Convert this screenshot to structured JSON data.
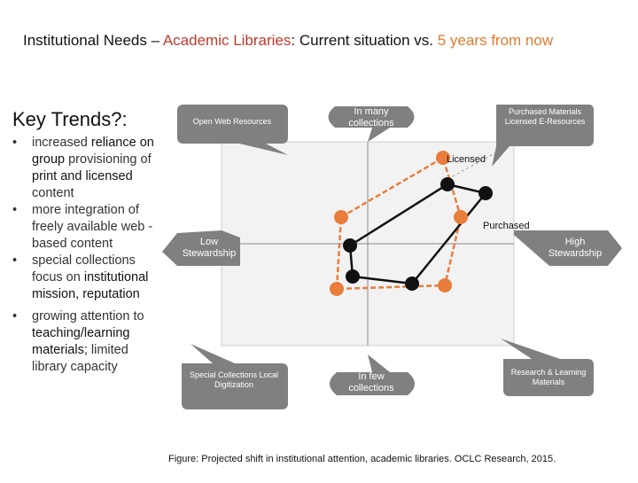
{
  "title": {
    "part1": "Institutional Needs – ",
    "part2": "Academic Libraries",
    "part3": ":  Current situation vs. ",
    "part4": "5 years from now"
  },
  "trends": {
    "heading": "Key Trends?:",
    "items": [
      {
        "plain1": "increased ",
        "bold1": "reliance on group",
        "plain2": " provisioning of ",
        "bold2": "print and licensed",
        "plain3": " content"
      },
      {
        "plain1": "more integration of freely available web -based content",
        "bold1": "",
        "plain2": "",
        "bold2": "",
        "plain3": ""
      },
      {
        "plain1": "special collections focus on ",
        "bold1": "institutional mission, reputation",
        "plain2": "",
        "bold2": "",
        "plain3": ""
      },
      {
        "plain1": "growing attention to ",
        "bold1": "teaching/learning materials;",
        "plain2": " limited library capacity",
        "bold2": "",
        "plain3": ""
      }
    ]
  },
  "diagram": {
    "callouts": {
      "open_web": "Open Web Resources",
      "in_many": "In many collections",
      "purchased_licensed": "Purchased Materials Licensed E-Resources",
      "low_stewardship": "Low Stewardship",
      "high_stewardship": "High Stewardship",
      "special_collections": "Special Collections Local Digitization",
      "in_few": "In few collections",
      "research_learning": "Research & Learning Materials"
    },
    "labels": {
      "licensed": "Licensed",
      "purchased": "Purchased"
    },
    "colors": {
      "callout_fill": "#808080",
      "current_series": "#111111",
      "future_series": "#e87d3c",
      "quadrant_fill": "#f2f2f2",
      "accent_red": "#c0392b",
      "accent_orange": "#e07a2e"
    }
  },
  "caption": "Figure:  Projected shift in institutional attention, academic libraries. OCLC Research, 2015."
}
